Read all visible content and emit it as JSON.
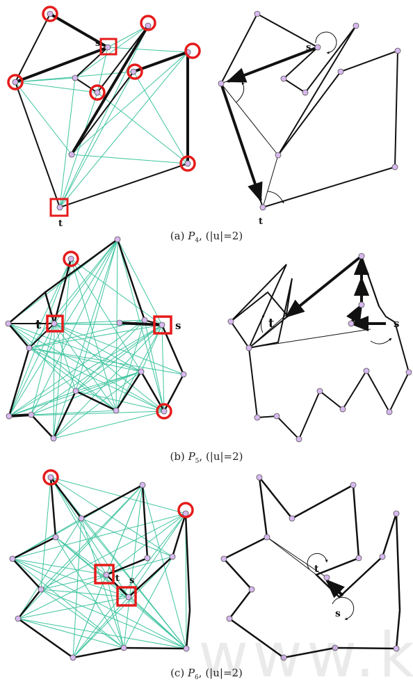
{
  "labels": {
    "s": "s",
    "t": "t"
  },
  "captions": [
    {
      "letter": "(a)",
      "P": "P",
      "sub": "4",
      "u": "(|u|=2)"
    },
    {
      "letter": "(b)",
      "P": "P",
      "sub": "5",
      "u": "(|u|=2)"
    },
    {
      "letter": "(c)",
      "P": "P",
      "sub": "6",
      "u": "(|u|=2)"
    }
  ],
  "watermark": "www.k",
  "colors": {
    "edge": "#111111",
    "visibility": "#3fc4a0",
    "vertex": "#d7b8ee",
    "highlight": "#e51b1b"
  }
}
